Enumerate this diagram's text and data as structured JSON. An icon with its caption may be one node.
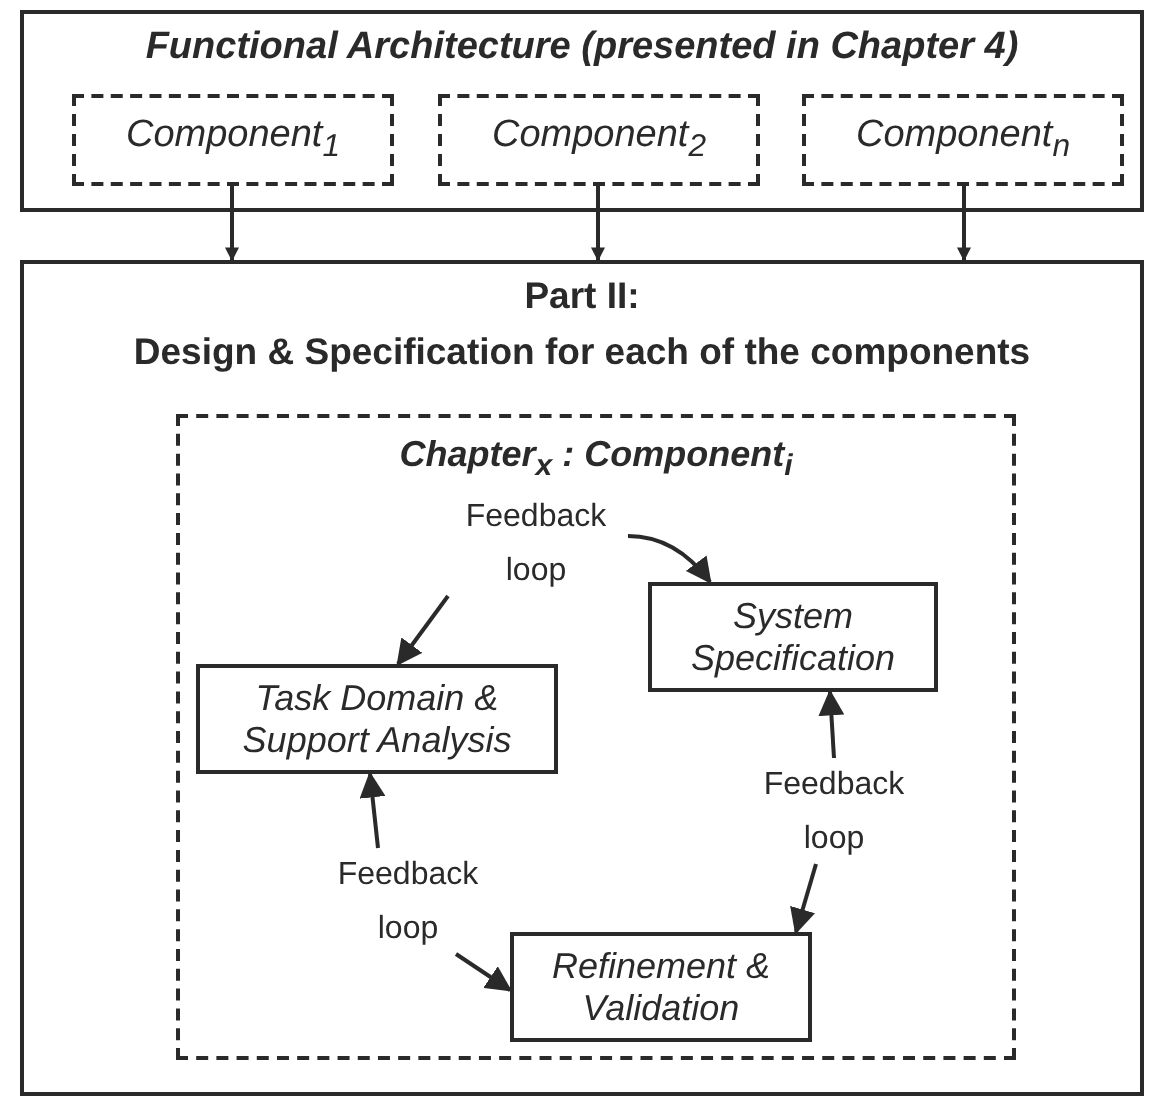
{
  "diagram": {
    "nodes": [
      {
        "text": [
          "Functional Architecture (presented in Chapter 4)"
        ]
      },
      {
        "text": [
          "Component$_{1}$"
        ],
        "in": 0
      },
      {
        "text": [
          "Component$_{2}$"
        ],
        "in": 0
      },
      {
        "text": [
          "Component$_{n}$"
        ],
        "in": 0
      },
      {
        "text": [
          "Part II:",
          "Design & Specification for each of the components"
        ]
      },
      {
        "text": [
          "Chapter$_{x}$ : Component$_{i}$"
        ],
        "in": 4
      },
      {
        "text": [
          "Feedback loop"
        ],
        "in": 5
      },
      {
        "text": [
          "System Specification"
        ],
        "in": 5
      },
      {
        "text": [
          "Task Domain & Support Analysis"
        ],
        "in": 5
      },
      {
        "text": [
          "Feedback loop"
        ],
        "in": 5
      },
      {
        "text": [
          "Feedback loop"
        ],
        "in": 5
      },
      {
        "text": [
          "Refinement & Validation"
        ],
        "in": 5
      }
    ],
    "edges": [
      {
        "from": 1,
        "to": 4,
        "arrow": "to"
      },
      {
        "from": 2,
        "to": 4,
        "arrow": "to"
      },
      {
        "from": 3,
        "to": 4,
        "arrow": "to"
      },
      {
        "from": 6,
        "to": 7,
        "arrow": "to"
      },
      {
        "from": 6,
        "to": 8,
        "arrow": "to"
      },
      {
        "from": 9,
        "to": 7,
        "arrow": "to"
      },
      {
        "from": 9,
        "to": 11,
        "arrow": "to"
      },
      {
        "from": 10,
        "to": 8,
        "arrow": "to"
      },
      {
        "from": 10,
        "to": 11,
        "arrow": "to"
      }
    ]
  }
}
